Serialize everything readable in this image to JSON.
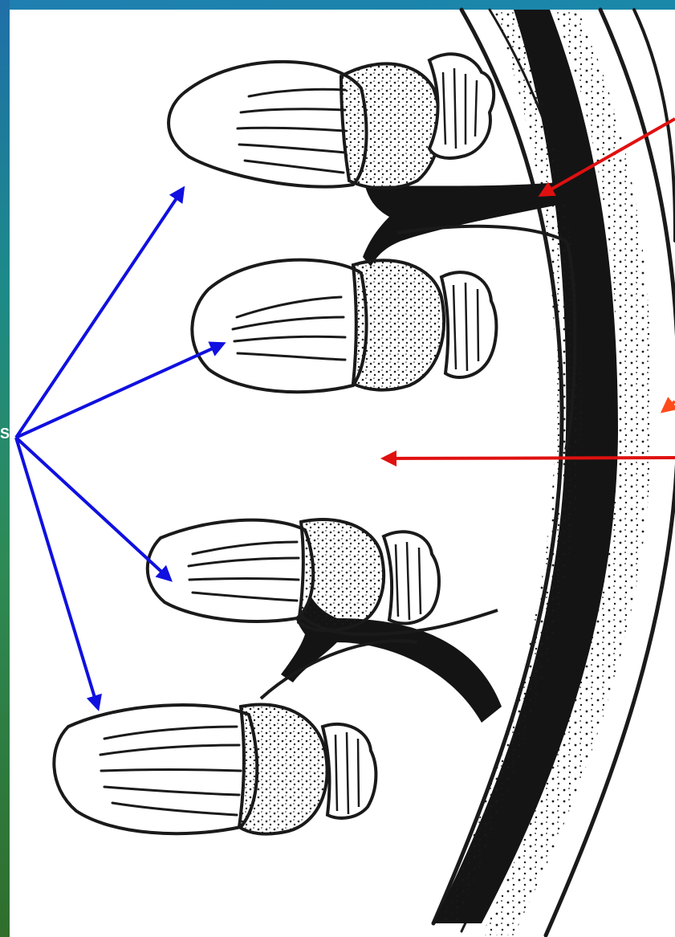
{
  "figure": {
    "edge_label_text": "S",
    "colors": {
      "background": "#ffffff",
      "ink": "#1a1a1a",
      "blue_arrows": "#1010e0",
      "red_arrows": "#e01010",
      "orange_arrow": "#ff4a1a",
      "side_strip": "#2a7f6a"
    },
    "structures": [
      {
        "name": "cuticle-bands",
        "kind": "outer layers"
      },
      {
        "name": "main-branch",
        "kind": "dark stem"
      },
      {
        "name": "fruiting-body-1"
      },
      {
        "name": "fruiting-body-2"
      },
      {
        "name": "fruiting-body-3"
      },
      {
        "name": "fruiting-body-4"
      }
    ],
    "pointers": {
      "blue_count": 4,
      "red_count": 2,
      "orange_count": 1
    }
  }
}
